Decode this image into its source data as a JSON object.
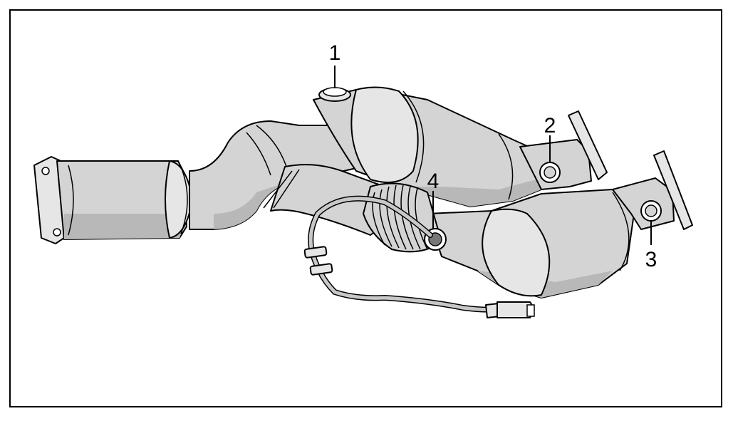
{
  "figure": {
    "callouts": [
      {
        "id": "callout-1",
        "label": "1"
      },
      {
        "id": "callout-2",
        "label": "2"
      },
      {
        "id": "callout-3",
        "label": "3"
      },
      {
        "id": "callout-4",
        "label": "4"
      }
    ],
    "colors": {
      "line": "#000000",
      "metal": "#d4d4d4",
      "metal_light": "#e6e6e6",
      "shadow": "#b8b8b8",
      "background": "#ffffff"
    }
  }
}
